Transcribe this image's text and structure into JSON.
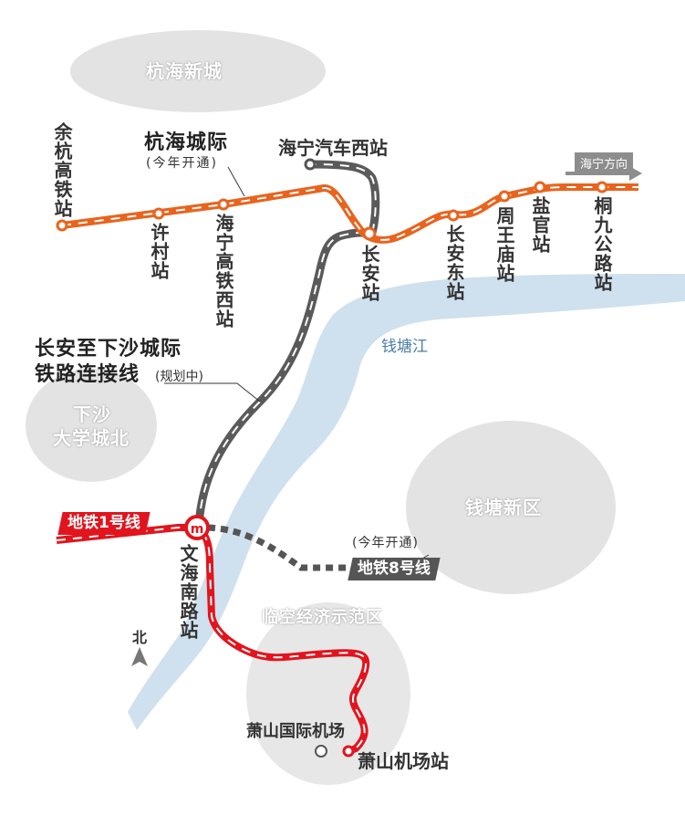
{
  "areas": {
    "hanghai_xincheng": "杭海新城",
    "xiasha_north": [
      "下沙",
      "大学城北"
    ],
    "qiantang_xinqu": "钱塘新区",
    "linkong": "临空经济示范区"
  },
  "river": "钱塘江",
  "lines": {
    "hanghai": {
      "name": "杭海城际",
      "note": "(今年开通)",
      "color": "#e8641e"
    },
    "link": {
      "name_line1": "长安至下沙城际",
      "name_line2": "铁路连接线",
      "note": "(规划中)",
      "color": "#555555"
    },
    "metro1": {
      "name": "地铁1号线",
      "color": "#e2141d"
    },
    "metro8": {
      "name": "地铁8号线",
      "note": "(今年开通)",
      "color": "#555555"
    }
  },
  "stations": {
    "yuhang_gaotie": "余杭高铁站",
    "xucun": "许村站",
    "haining_gaotie_xi": "海宁高铁西站",
    "haining_qiche_xi": "海宁汽车西站",
    "changan": "长安站",
    "changan_dong": "长安东站",
    "zhouwangmiao": "周王庙站",
    "yanguan": "盐官站",
    "tongjiu_gonglu": "桐九公路站",
    "wenhai_nanlu": "文海南路站",
    "airport_station": "萧山机场站",
    "airport": "萧山国际机场"
  },
  "direction": "海宁方向",
  "north": "北",
  "metro_logo_icon": "metro-logo-icon",
  "colors": {
    "river": "#cfe0ee",
    "area": "#dcdcdc",
    "hanghai": "#e8641e",
    "metro1": "#e2141d",
    "gray_line": "#555555"
  }
}
